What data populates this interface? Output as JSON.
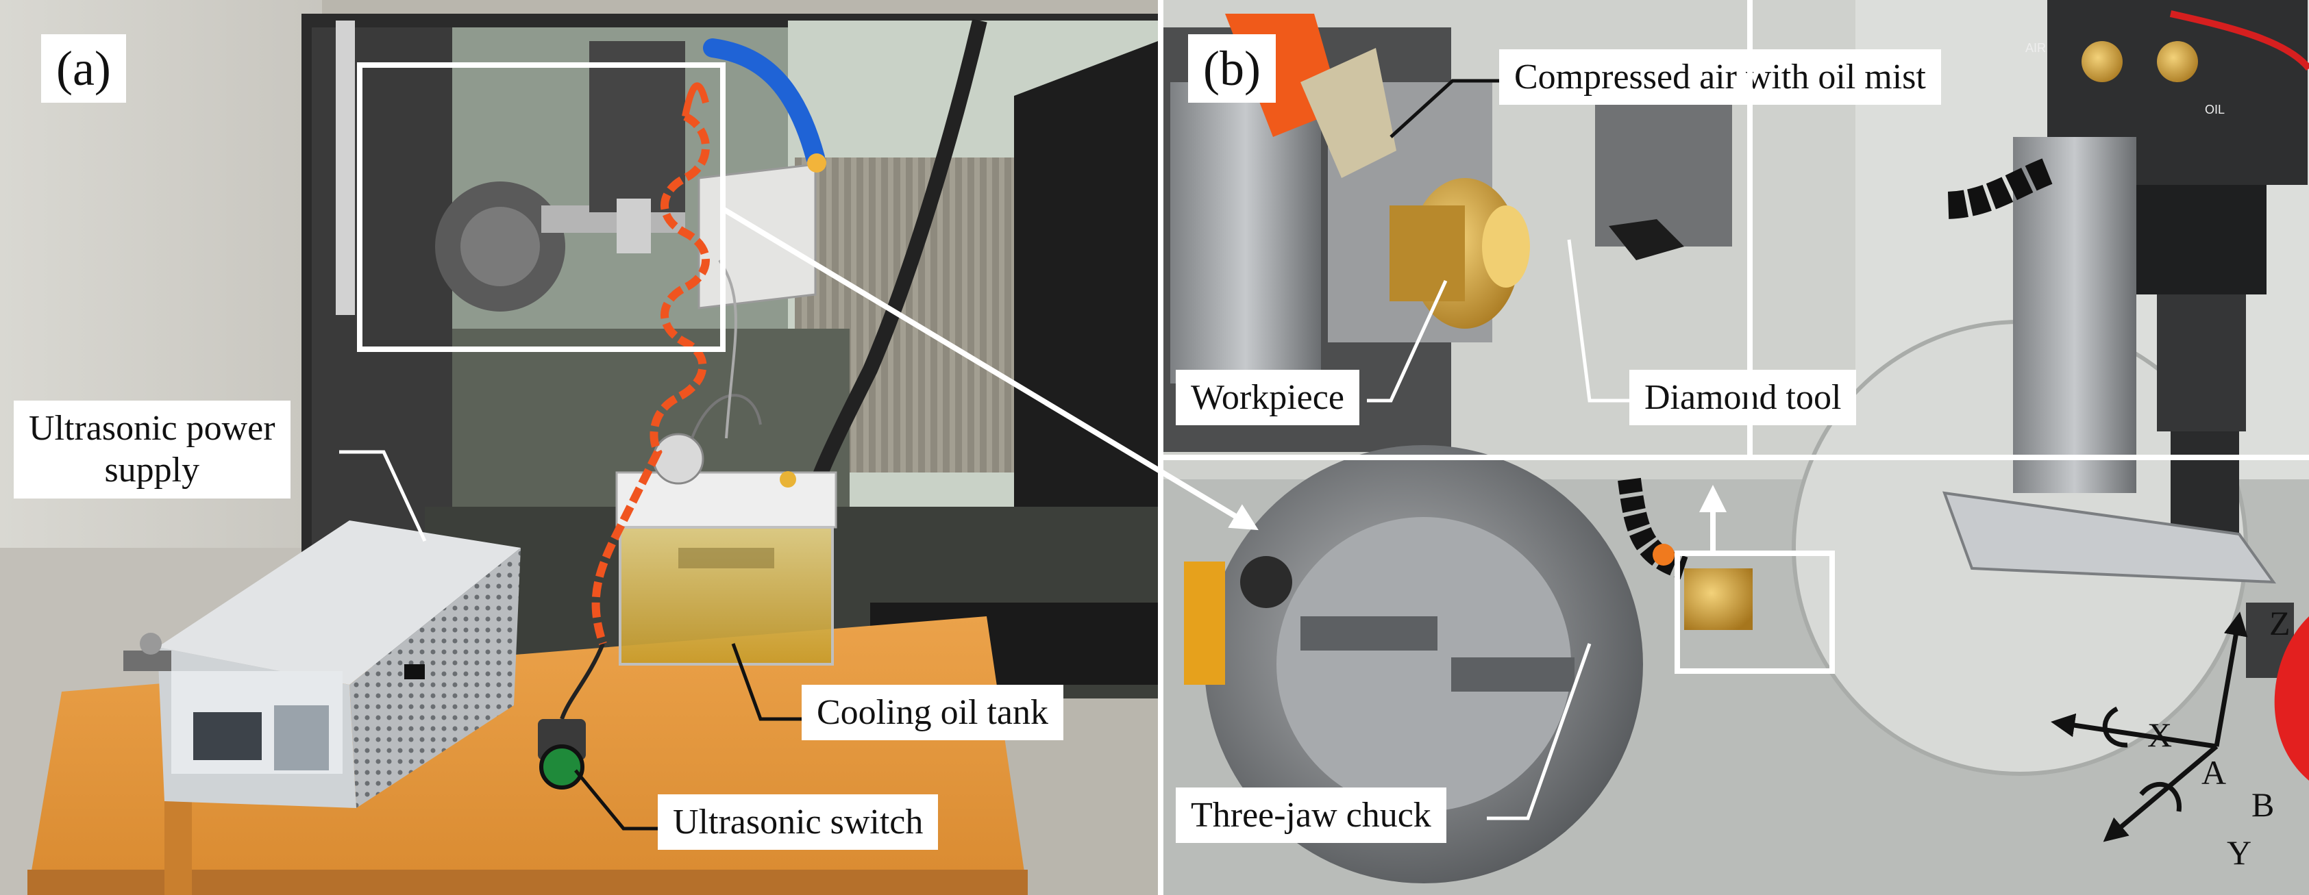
{
  "panel_a": {
    "letter": "(a)",
    "labels": {
      "power_supply": "Ultrasonic power\nsupply",
      "oil_tank": "Cooling oil tank",
      "switch": "Ultrasonic switch"
    }
  },
  "panel_b": {
    "letter": "(b)",
    "labels": {
      "air": "Compressed air with oil mist",
      "workpiece": "Workpiece",
      "diamond_tool": "Diamond tool",
      "chuck": "Three-jaw chuck"
    },
    "axes": {
      "x": "X",
      "y": "Y",
      "z": "Z",
      "a": "A",
      "b": "B"
    },
    "valve_labels": {
      "air": "AIR",
      "oil": "OIL"
    }
  },
  "colors": {
    "oil": "#d7b64a",
    "hose": "#f0541f",
    "cooling_pipe": "#1f63d6",
    "bench": "#e59a3e",
    "brass": "#d8a53b"
  }
}
